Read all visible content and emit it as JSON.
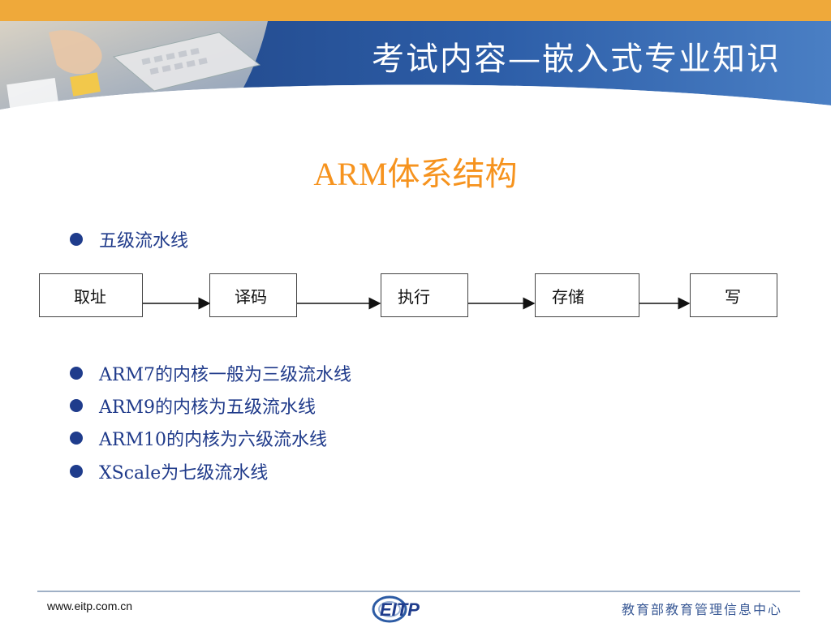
{
  "header": {
    "title": "考试内容—嵌入式专业知识",
    "colors": {
      "stripe": "#efa93a",
      "band": "#2c5ba4"
    }
  },
  "section": {
    "heading": "ARM体系结构",
    "heading_color": "#f6931e"
  },
  "intro_bullet": "五级流水线",
  "pipeline": {
    "stages": [
      "取址",
      "译码",
      "执行",
      "存储",
      "写"
    ]
  },
  "bullets": [
    "ARM7的内核一般为三级流水线",
    "ARM9的内核为五级流水线",
    "ARM10的内核为六级流水线",
    "XScale为七级流水线"
  ],
  "footer": {
    "url": "www.eitp.com.cn",
    "logo": "EITP",
    "org": "教育部教育管理信息中心"
  }
}
